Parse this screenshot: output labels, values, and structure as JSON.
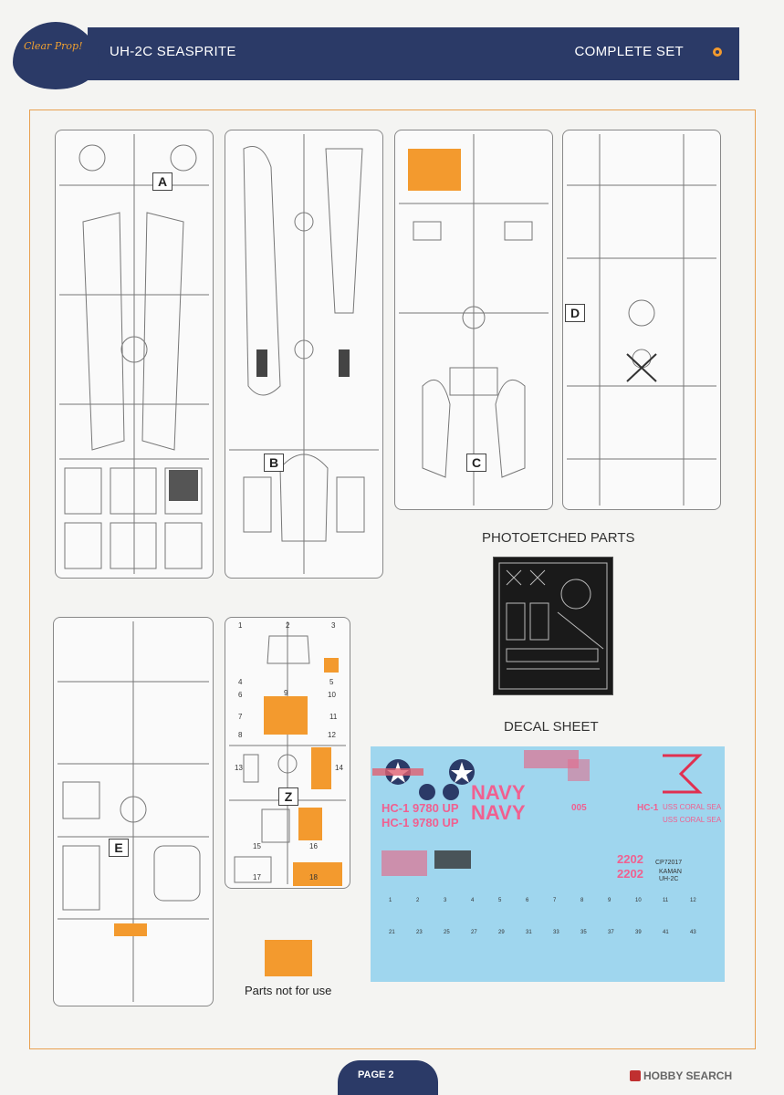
{
  "header": {
    "logo_text": "Clear Prop!",
    "title": "UH-2C SEASPRITE",
    "right_label": "COMPLETE SET"
  },
  "sprues": {
    "A": "A",
    "B": "B",
    "C": "C",
    "D": "D",
    "E": "E",
    "Z": "Z"
  },
  "z_numbers": [
    "1",
    "2",
    "3",
    "4",
    "5",
    "6",
    "7",
    "8",
    "9",
    "10",
    "11",
    "12",
    "13",
    "14",
    "15",
    "16",
    "17",
    "18"
  ],
  "sections": {
    "photoetched": "PHOTOETCHED PARTS",
    "decal": "DECAL SHEET",
    "not_for_use": "Parts not for use"
  },
  "decal": {
    "navy": "NAVY",
    "code1": "HC-1 9780 UP",
    "code2": "HC-1 9780 UP",
    "ship": "USS CORAL SEA",
    "num_2202": "2202",
    "hc1": "HC-1",
    "n005": "005",
    "cp_code": "CP72017",
    "kaman": "KAMAN",
    "uh2c": "UH-2C"
  },
  "colors": {
    "navy_blue": "#2b3a67",
    "orange": "#f39a2e",
    "decal_blue": "#9fd6ee",
    "frame": "#e8a050"
  },
  "footer": {
    "page": "PAGE 2",
    "watermark": "HOBBY SEARCH"
  }
}
